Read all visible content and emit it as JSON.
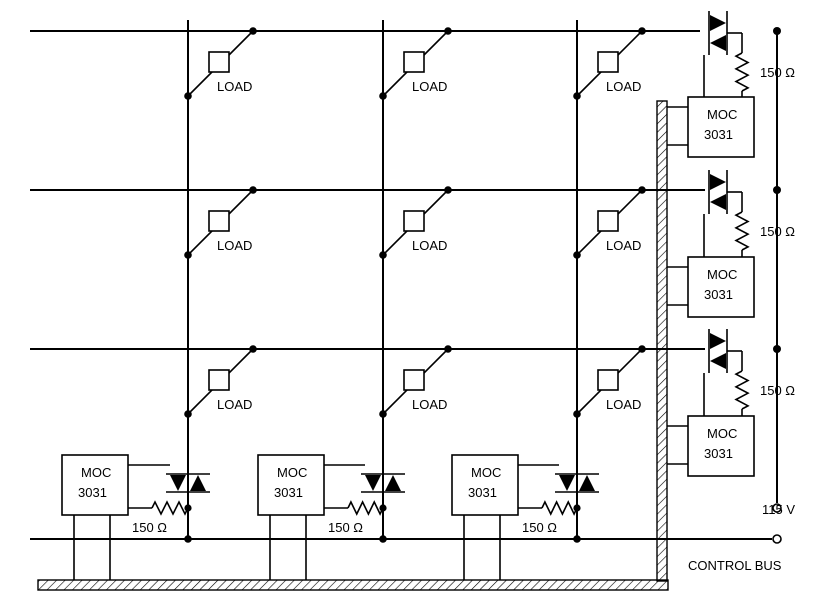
{
  "labels": {
    "load": "LOAD",
    "moc_line1": "MOC",
    "moc_line2": "3031",
    "resistor": "150 Ω",
    "voltage": "115 V",
    "bus": "CONTROL BUS"
  }
}
